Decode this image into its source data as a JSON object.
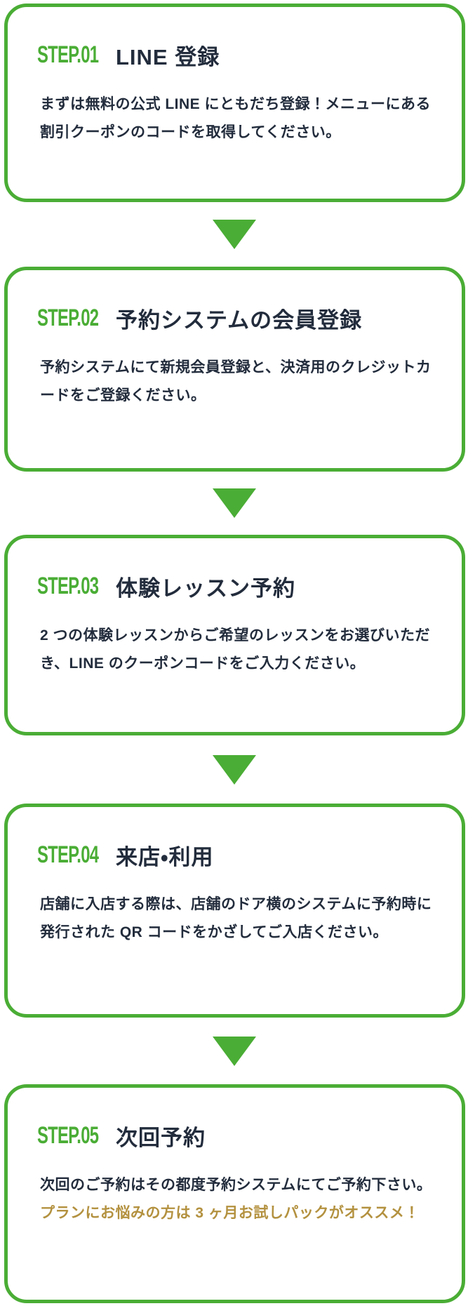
{
  "colors": {
    "accent_green": "#4aad35",
    "text_dark": "#222c3c",
    "highlight_gold": "#b3913f"
  },
  "steps": [
    {
      "step_label": "STEP.01",
      "title": "LINE 登録",
      "body": "まずは無料の公式 LINE にともだち登録！メニューにある割引クーポンのコードを取得してください。"
    },
    {
      "step_label": "STEP.02",
      "title": "予約システムの会員登録",
      "body": "予約システムにて新規会員登録と、決済用のクレジットカードをご登録ください。"
    },
    {
      "step_label": "STEP.03",
      "title": "体験レッスン予約",
      "body": "2 つの体験レッスンからご希望のレッスンをお選びいただき、LINE のクーポンコードをご入力ください。"
    },
    {
      "step_label": "STEP.04",
      "title": "来店・利用",
      "body": "店舗に入店する際は、店舗のドア横のシステムに予約時に発行された QR コードをかざしてご入店ください。"
    },
    {
      "step_label": "STEP.05",
      "title": "次回予約",
      "body": "次回のご予約はその都度予約システムにてご予約下さい。",
      "body_highlight": "プランにお悩みの方は 3 ヶ月お試しパックがオススメ！"
    }
  ]
}
